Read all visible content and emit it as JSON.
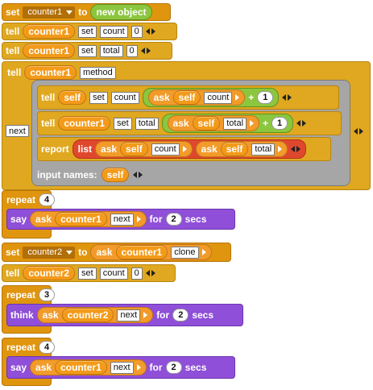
{
  "kw": {
    "set": "set",
    "to": "to",
    "tell": "tell",
    "ask": "ask",
    "report": "report",
    "list": "list",
    "repeat": "repeat",
    "say": "say",
    "think": "think",
    "for": "for",
    "secs": "secs",
    "new_object": "new object",
    "input_names": "input names:",
    "plus": "+"
  },
  "blocks": {
    "b1": {
      "var": "counter1",
      "value": "new object"
    },
    "b2": {
      "target": "counter1",
      "msg": "set",
      "name": "count",
      "value": "0"
    },
    "b3": {
      "target": "counter1",
      "msg": "set",
      "name": "total",
      "value": "0"
    },
    "b4": {
      "target": "counter1",
      "msg": "method",
      "next_label": "next",
      "line1": {
        "target": "self",
        "msg": "set",
        "name": "count",
        "ask_target": "self",
        "ask_field": "count",
        "plus": "1"
      },
      "line2": {
        "target": "counter1",
        "msg": "set",
        "name": "total",
        "ask_target": "self",
        "ask_field": "total",
        "plus": "1"
      },
      "line3": {
        "ask1_target": "self",
        "ask1_field": "count",
        "ask2_target": "self",
        "ask2_field": "total"
      },
      "input_name": "self"
    },
    "r1": {
      "times": "4",
      "target": "counter1",
      "msg": "next",
      "secs": "2"
    },
    "b5": {
      "var": "counter2",
      "target": "counter1",
      "msg": "clone"
    },
    "b6": {
      "target": "counter2",
      "msg": "set",
      "name": "count",
      "value": "0"
    },
    "r2": {
      "times": "3",
      "target": "counter2",
      "msg": "next",
      "secs": "2"
    },
    "r3": {
      "times": "4",
      "target": "counter1",
      "msg": "next",
      "secs": "2"
    }
  }
}
